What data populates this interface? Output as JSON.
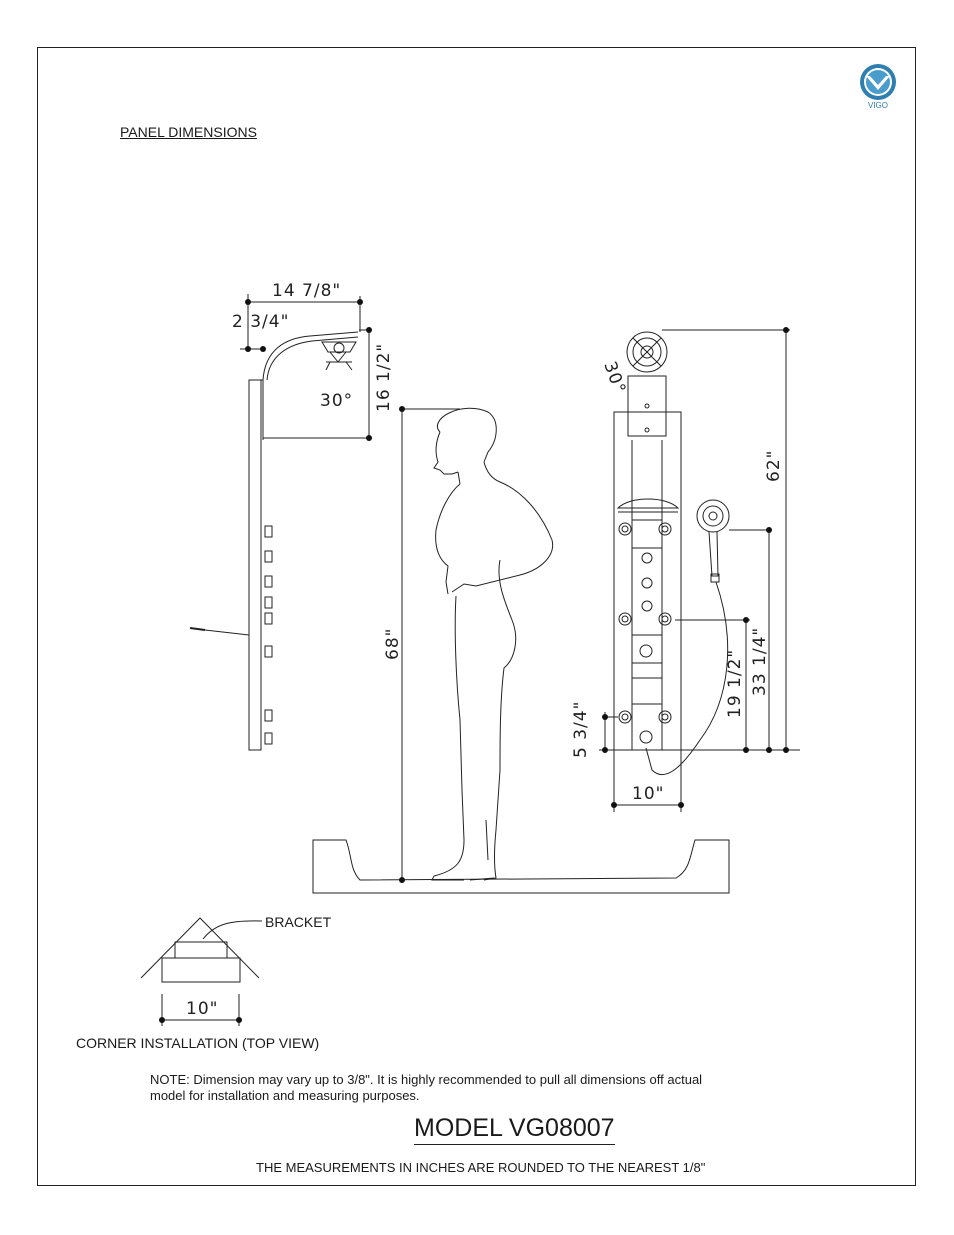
{
  "title": "PANEL DIMENSIONS",
  "logo": {
    "text": "VIGO",
    "color": "#2e7fb0",
    "icon": "vigo-logo-icon"
  },
  "dimensions": {
    "arm_width": "14 7/8\"",
    "arm_offset": "2 3/4\"",
    "head_drop": "16 1/2\"",
    "angle_side": "30°",
    "angle_front": "30°",
    "person_height": "68\"",
    "overall_height": "62\"",
    "upper_jets": "33 1/4\"",
    "middle_jets": "19 1/2\"",
    "lower_jets": "5 3/4\"",
    "panel_width": "10\"",
    "corner_width": "10\""
  },
  "labels": {
    "bracket": "BRACKET",
    "corner_install": "CORNER INSTALLATION (TOP VIEW)"
  },
  "note_line1": "NOTE: Dimension may vary up to 3/8\".  It is highly recommended to pull all dimensions off actual",
  "note_line2": "model for installation and measuring purposes.",
  "model": "MODEL VG08007",
  "footer": "THE MEASUREMENTS IN INCHES ARE ROUNDED TO THE NEAREST 1/8\""
}
